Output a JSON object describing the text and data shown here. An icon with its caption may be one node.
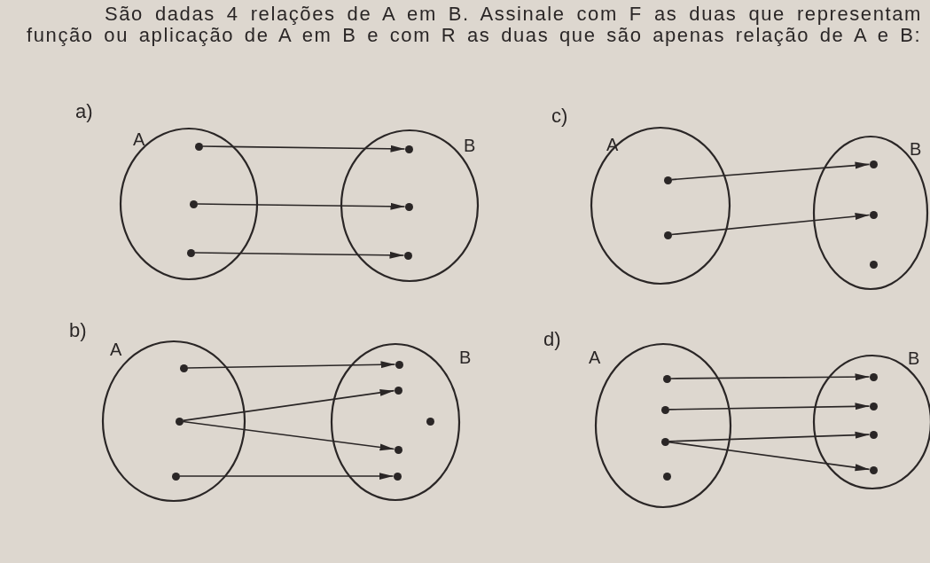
{
  "diagram": {
    "nodes": [
      {
        "text": [
          "A"
        ]
      },
      {
        "text": [],
        "shape": "circle",
        "in": 0
      },
      {
        "text": [],
        "shape": "circle",
        "in": 0
      },
      {
        "text": [],
        "shape": "circle",
        "in": 0
      },
      {
        "text": [
          "B"
        ]
      },
      {
        "text": [],
        "shape": "circle",
        "in": 4
      },
      {
        "text": [],
        "shape": "circle",
        "in": 4
      },
      {
        "text": [],
        "shape": "circle",
        "in": 4
      },
      {
        "text": [
          "A"
        ]
      },
      {
        "text": [],
        "shape": "circle",
        "in": 8
      },
      {
        "text": [],
        "shape": "circle",
        "in": 8
      },
      {
        "text": [
          "B"
        ]
      },
      {
        "text": [],
        "shape": "circle",
        "in": 11
      },
      {
        "text": [],
        "shape": "circle",
        "in": 11
      },
      {
        "text": [],
        "shape": "circle",
        "in": 11
      },
      {
        "text": [
          "A"
        ]
      },
      {
        "text": [],
        "shape": "circle",
        "in": 15
      },
      {
        "text": [],
        "shape": "circle",
        "in": 15
      },
      {
        "text": [],
        "shape": "circle",
        "in": 15
      },
      {
        "text": [
          "B"
        ]
      },
      {
        "text": [],
        "shape": "circle",
        "in": 19
      },
      {
        "text": [],
        "shape": "circle",
        "in": 19
      },
      {
        "text": [],
        "shape": "circle",
        "in": 19
      },
      {
        "text": [],
        "shape": "circle",
        "in": 19
      },
      {
        "text": [],
        "shape": "circle",
        "in": 19
      },
      {
        "text": [
          "A"
        ]
      },
      {
        "text": [],
        "shape": "circle",
        "in": 25
      },
      {
        "text": [],
        "shape": "circle",
        "in": 25
      },
      {
        "text": [],
        "shape": "circle",
        "in": 25
      },
      {
        "text": [],
        "shape": "circle",
        "in": 25
      },
      {
        "text": [
          "B"
        ]
      },
      {
        "text": [],
        "shape": "circle",
        "in": 30
      },
      {
        "text": [],
        "shape": "circle",
        "in": 30
      },
      {
        "text": [],
        "shape": "circle",
        "in": 30
      },
      {
        "text": [],
        "shape": "circle",
        "in": 30
      }
    ],
    "edges": [
      {
        "from": 1,
        "to": 5,
        "arrow": "to"
      },
      {
        "from": 2,
        "to": 6,
        "arrow": "to"
      },
      {
        "from": 3,
        "to": 7,
        "arrow": "to"
      },
      {
        "from": 9,
        "to": 12,
        "arrow": "to"
      },
      {
        "from": 10,
        "to": 13,
        "arrow": "to"
      },
      {
        "from": 16,
        "to": 20,
        "arrow": "to"
      },
      {
        "from": 17,
        "to": 21,
        "arrow": "to"
      },
      {
        "from": 17,
        "to": 23,
        "arrow": "to"
      },
      {
        "from": 18,
        "to": 24,
        "arrow": "to"
      },
      {
        "from": 26,
        "to": 31,
        "arrow": "to"
      },
      {
        "from": 27,
        "to": 32,
        "arrow": "to"
      },
      {
        "from": 28,
        "to": 33,
        "arrow": "to"
      },
      {
        "from": 28,
        "to": 34,
        "arrow": "to"
      }
    ],
    "labels": [
      "São dadas 4 relações de A em B. Assinale com F as duas que representam função ou aplicação de A em B e com R as duas que são apenas relação de A e B:",
      "a)",
      "c)",
      "b)",
      "d)"
    ]
  }
}
